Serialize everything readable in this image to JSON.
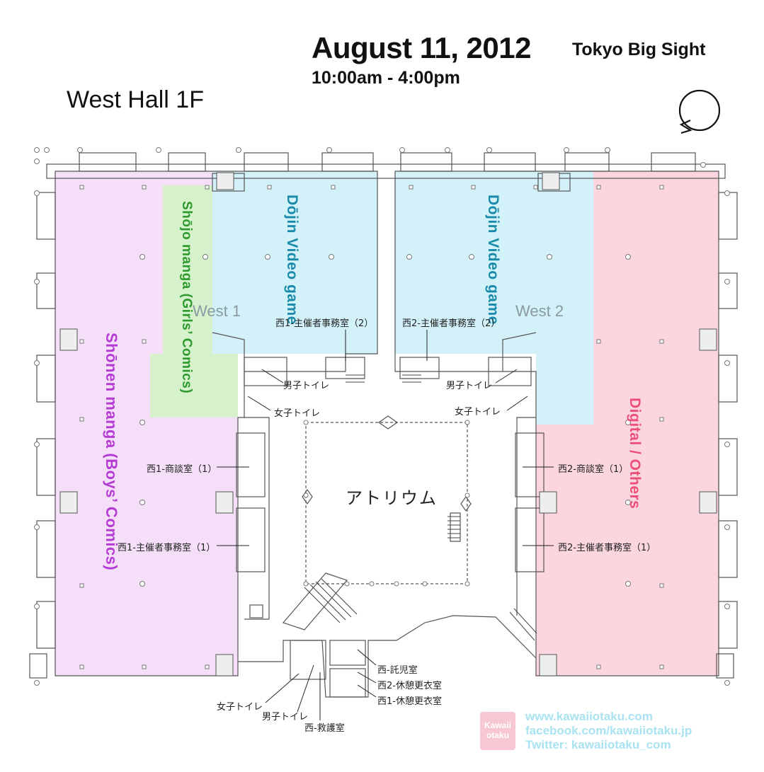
{
  "header": {
    "date": "August 11, 2012",
    "venue": "Tokyo Big Sight",
    "time": "10:00am - 4:00pm",
    "hall": "West Hall 1F"
  },
  "zones": {
    "shonen": {
      "label": "Shōnen manga (Boys’ Comics)",
      "color": "#b43cd2",
      "fill": "#f4def8"
    },
    "shojo": {
      "label": "Shōjo manga (Girls’ Comics)",
      "color": "#2e9a2e",
      "fill": "#d5f2cd"
    },
    "dojin1": {
      "label": "Dōjin Video game",
      "color": "#1a8aaa",
      "fill": "#d2f1f9"
    },
    "dojin2": {
      "label": "Dōjin Video game",
      "color": "#1a8aaa",
      "fill": "#d2f1f9"
    },
    "digital": {
      "label": "Digital / Others",
      "color": "#ec4f78",
      "fill": "#fcd6df"
    }
  },
  "halls": {
    "west1": "West 1",
    "west2": "West 2",
    "atrium": "アトリウム"
  },
  "rooms": {
    "w1_office2": "西1-主催者事務室（2）",
    "w2_office2": "西2-主催者事務室（2）",
    "mens_left": "男子トイレ",
    "mens_right": "男子トイレ",
    "womens_left": "女子トイレ",
    "womens_right": "女子トイレ",
    "w1_meeting": "西1-商談室（1）",
    "w2_meeting": "西2-商談室（1）",
    "w1_office1": "西1-主催者事務室（1）",
    "w2_office1": "西2-主催者事務室（1）",
    "nursery": "西-託児室",
    "w2_changing": "西2-休憩更衣室",
    "w1_changing": "西1-休憩更衣室",
    "womens_bottom": "女子トイレ",
    "mens_bottom": "男子トイレ",
    "first_aid": "西-救護室"
  },
  "footer": {
    "logo_top": "Kawaii",
    "logo_bottom": "otaku",
    "site": "www.kawaiiotaku.com",
    "facebook": "facebook.com/kawaiiotaku.jp",
    "twitter": "Twitter: kawaiiotaku_com"
  }
}
